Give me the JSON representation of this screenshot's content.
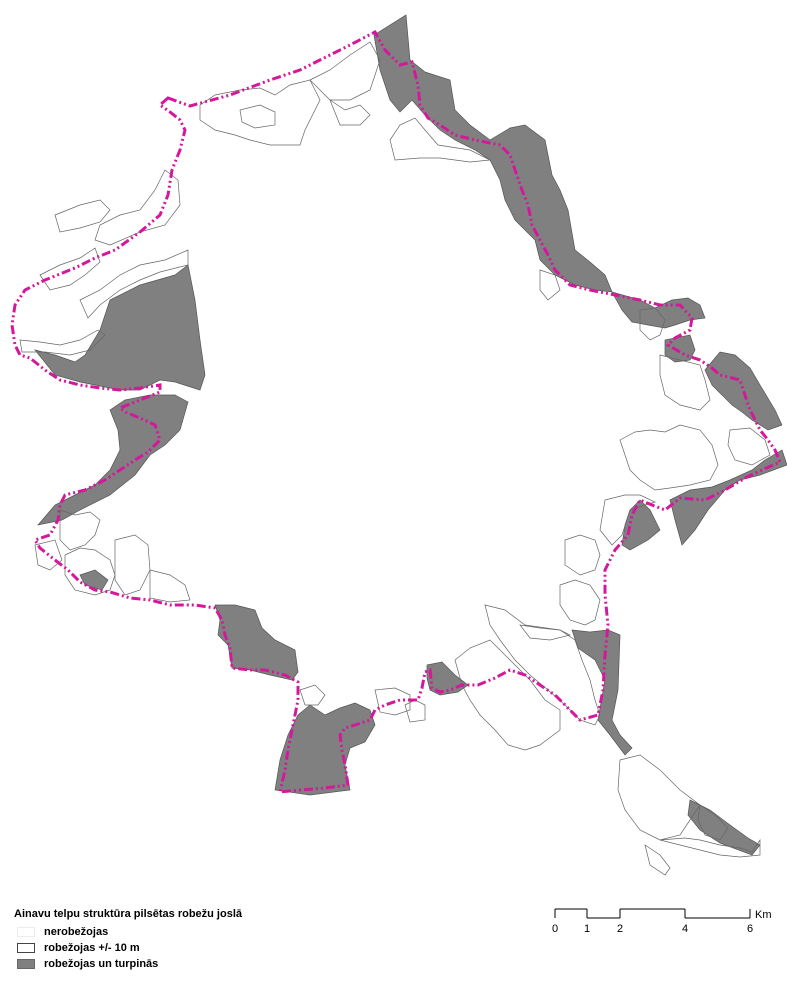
{
  "legend": {
    "title": "Ainavu telpu struktūra pilsētas robežu joslā",
    "items": [
      {
        "label": "nerobežojas",
        "fill": "#ffffff"
      },
      {
        "label": "robežojas +/- 10 m",
        "fill": "#ffffff"
      },
      {
        "label": "robežojas un turpinās",
        "fill": "#808080"
      }
    ]
  },
  "scalebar": {
    "ticks": [
      "0",
      "1",
      "2",
      "4",
      "6"
    ],
    "unit": "Km"
  },
  "colors": {
    "boundary": "#d4189c",
    "parcel_fill": "#808080",
    "parcel_stroke": "#555555"
  }
}
